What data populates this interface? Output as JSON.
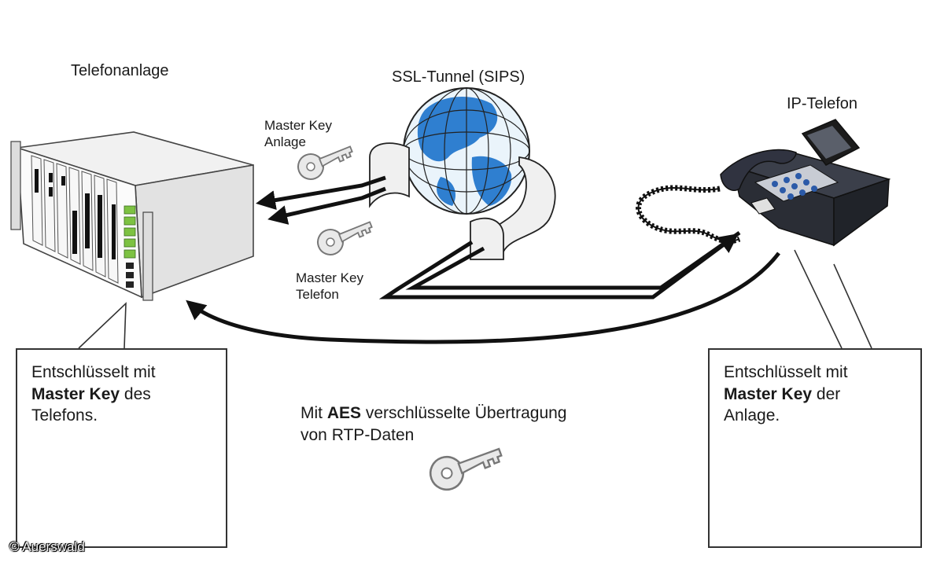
{
  "labels": {
    "pbx": "Telefonanlage",
    "tunnel": "SSL-Tunnel (SIPS)",
    "phone": "IP-Telefon",
    "key_pbx_line1": "Master Key",
    "key_pbx_line2": "Anlage",
    "key_phone_line1": "Master Key",
    "key_phone_line2": "Telefon"
  },
  "left_box": {
    "line1": "Entschlüsselt mit",
    "bold": "Master Key",
    "line2_rest": " des",
    "line3": "Telefons."
  },
  "right_box": {
    "line1": "Entschlüsselt mit",
    "bold": "Master Key",
    "line2_rest": " der",
    "line3": "Anlage."
  },
  "center_note": {
    "prefix": "Mit ",
    "bold": "AES",
    "rest": " verschlüsselte Übertragung",
    "line2": "von RTP-Daten"
  },
  "copyright": "© Auerswald",
  "icons": [
    "pbx-rack-icon",
    "globe-icon",
    "ip-phone-icon",
    "key-icon",
    "padlock-icon"
  ],
  "colors": {
    "globe_blue": "#2f7fd0",
    "rack_green": "#7dc242",
    "outline": "#222222"
  }
}
